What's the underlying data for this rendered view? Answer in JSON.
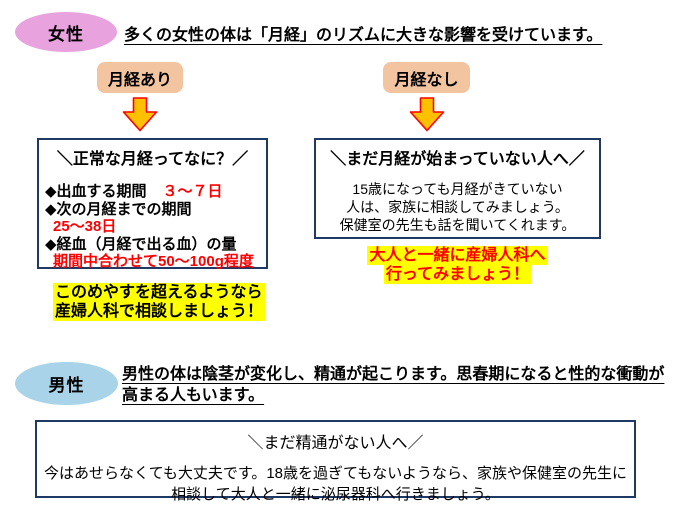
{
  "slide": {
    "female": {
      "badge": "女性",
      "heading": "多くの女性の体は「月経」のリズムに大きな影響を受けています。",
      "tag_has_period": "月経あり",
      "tag_no_period": "月経なし",
      "normal_box": {
        "title": "＼正常な月経ってなに？／",
        "bullet1_label": "◆出血する期間",
        "bullet1_value": "３～７日",
        "bullet2_label": "◆次の月経までの期間",
        "bullet2_value": "25～38日",
        "bullet3_label": "◆経血（月経で出る血）の量",
        "bullet3_value": "期間中合わせて50～100g程度"
      },
      "late_box": {
        "title": "＼まだ月経が始まっていない人へ／",
        "line1": "15歳になっても月経がきていない",
        "line2": "人は、家族に相談してみましょう。",
        "line3": "保健室の先生も話を聞いてくれます。"
      },
      "advice_over": {
        "line1": "このめやすを超えるようなら",
        "line2": "産婦人科で相談しましょう！"
      },
      "advice_visit": {
        "line1": "大人と一緒に産婦人科へ",
        "line2": "行ってみましょう！"
      }
    },
    "male": {
      "badge": "男性",
      "heading_line1": "男性の体は陰茎が変化し、精通が起こります。思春期になると性的な衝動が",
      "heading_line2": "高まる人もいます。",
      "late_box": {
        "title": "＼まだ精通がない人へ／",
        "line1": "今はあせらなくても大丈夫です。18歳を過ぎてもないようなら、家族や保健室の先生に",
        "line2": "相談して大人と一緒に泌尿器科へ行きましょう。"
      }
    },
    "colors": {
      "female_badge": "#E8A3DF",
      "male_badge": "#A8D3E8",
      "tag_fill": "#F2C4A0",
      "arrow_fill": "#FFC000",
      "arrow_stroke": "#FF0000",
      "box_border": "#1F3864",
      "highlight_yellow": "#FFFF00",
      "accent_red": "#FF0000"
    }
  }
}
